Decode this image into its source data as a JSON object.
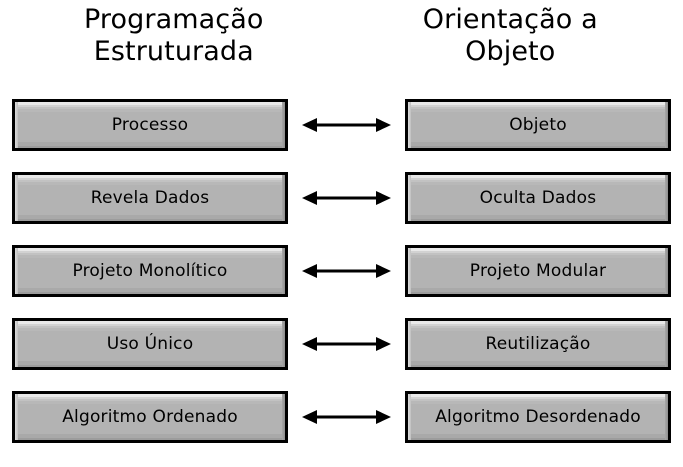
{
  "headings": {
    "left": "Programação\nEstruturada",
    "right": "Orientação a\nObjeto"
  },
  "rows": [
    {
      "left": "Processo",
      "right": "Objeto",
      "arrow": "double-arrow-icon"
    },
    {
      "left": "Revela Dados",
      "right": "Oculta Dados",
      "arrow": "double-arrow-icon"
    },
    {
      "left": "Projeto Monolítico",
      "right": "Projeto Modular",
      "arrow": "double-arrow-icon"
    },
    {
      "left": "Uso Único",
      "right": "Reutilização",
      "arrow": "double-arrow-icon"
    },
    {
      "left": "Algoritmo Ordenado",
      "right": "Algoritmo Desordenado",
      "arrow": "double-arrow-icon"
    }
  ],
  "colors": {
    "background": "#ffffff",
    "box_fill": "#b3b3b3",
    "box_highlight": "#e9e9e9",
    "box_border": "#000000",
    "text": "#000000",
    "arrow": "#000000"
  }
}
